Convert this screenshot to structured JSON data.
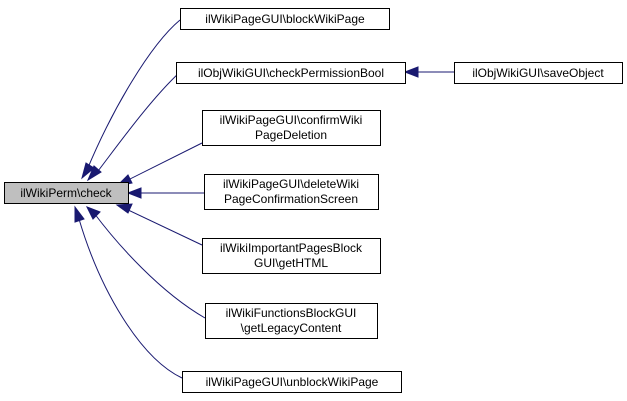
{
  "diagram": {
    "type": "doxygen-caller-graph",
    "colors": {
      "edge": "#191970",
      "root_fill": "#bfbfbf",
      "node_fill": "#ffffff",
      "node_border": "#000000"
    },
    "root": {
      "label": "ilWikiPerm\\check"
    },
    "callers": [
      {
        "lines": [
          "ilWikiPageGUI\\blockWikiPage"
        ]
      },
      {
        "lines": [
          "ilObjWikiGUI\\checkPermissionBool"
        ]
      },
      {
        "lines": [
          "ilWikiPageGUI\\confirmWiki",
          "PageDeletion"
        ]
      },
      {
        "lines": [
          "ilWikiPageGUI\\deleteWiki",
          "PageConfirmationScreen"
        ]
      },
      {
        "lines": [
          "ilWikiImportantPagesBlock",
          "GUI\\getHTML"
        ]
      },
      {
        "lines": [
          "ilWikiFunctionsBlockGUI",
          "\\getLegacyContent"
        ]
      },
      {
        "lines": [
          "ilWikiPageGUI\\unblockWikiPage"
        ]
      }
    ],
    "secondary": {
      "label": "ilObjWikiGUI\\saveObject",
      "calls": "ilObjWikiGUI\\checkPermissionBool"
    }
  }
}
